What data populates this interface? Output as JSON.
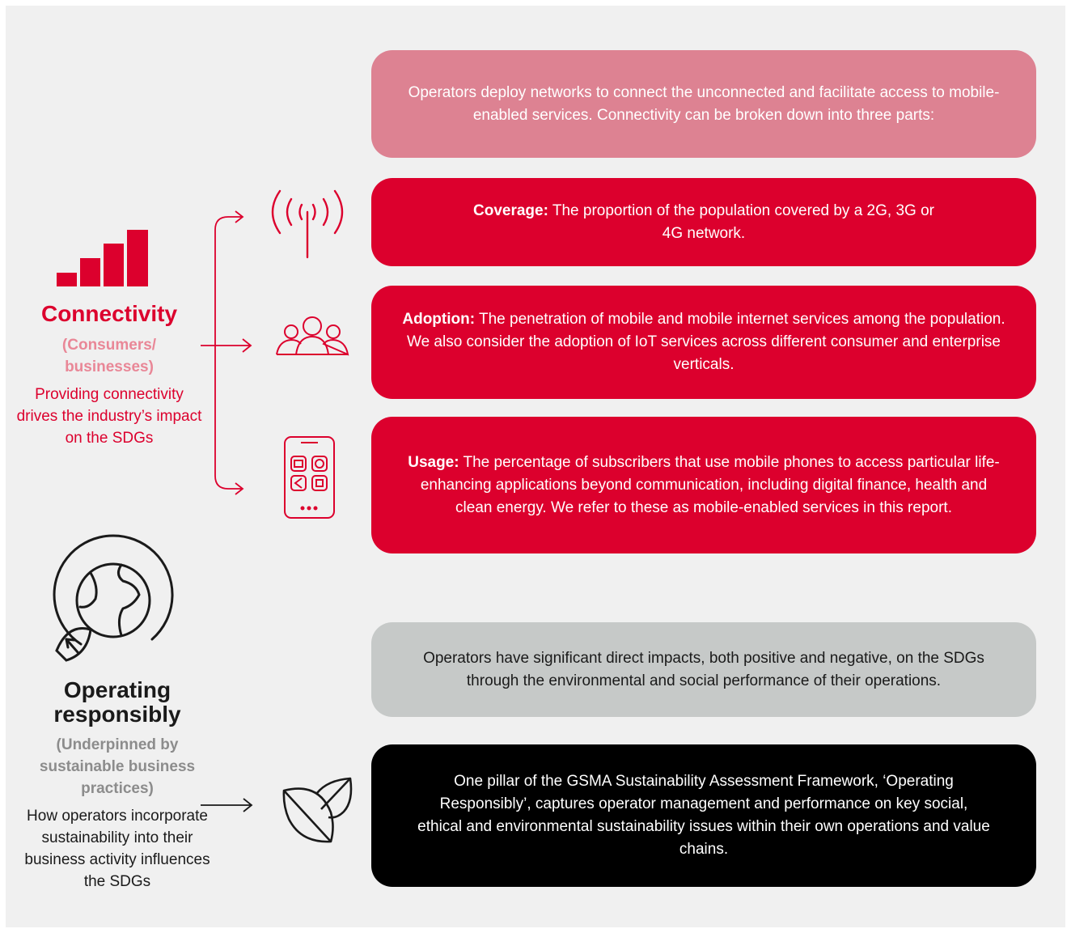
{
  "connectivity": {
    "title": "Connectivity",
    "subtitle": "(Consumers/ businesses)",
    "description": "Providing connectivity drives the industry’s impact on the SDGs"
  },
  "operating": {
    "title": "Operating responsibly",
    "subtitle": "(Underpinned by sustainable business practices)",
    "description": "How operators incorporate sustainability into their business activity influences the SDGs"
  },
  "boxes": {
    "intro": "Operators deploy networks to connect the unconnected and facilitate access to mobile-enabled services. Connectivity can be broken down into three parts:",
    "coverage_label": "Coverage:",
    "coverage_text": " The proportion of the population covered by a 2G, 3G or 4G network.",
    "adoption_label": "Adoption:",
    "adoption_text": " The penetration of mobile and mobile internet services among the population. We also consider the adoption of IoT services across different consumer and enterprise verticals.",
    "usage_label": "Usage:",
    "usage_text": " The percentage of subscribers that use mobile phones to access particular life-enhancing applications beyond communication, including digital finance, health and clean energy. We refer to these as mobile-enabled services in this report.",
    "ops_impact": "Operators have significant direct impacts, both positive and negative, on the SDGs through the environmental and social performance of their operations.",
    "pillar": "One pillar of the GSMA Sustainability Assessment Framework, ‘Operating Responsibly’, captures operator management and performance on key social, ethical and environmental sustainability issues within their own operations and value chains."
  },
  "icons": [
    "signal-bars-icon",
    "antenna-icon",
    "people-icon",
    "smartphone-apps-icon",
    "globe-leaf-icon",
    "leaves-icon"
  ],
  "colors": {
    "red": "#dc002d",
    "pink": "#dd8292",
    "grey": "#c6c9c8",
    "black": "#000000",
    "background": "#f0f0f0"
  }
}
